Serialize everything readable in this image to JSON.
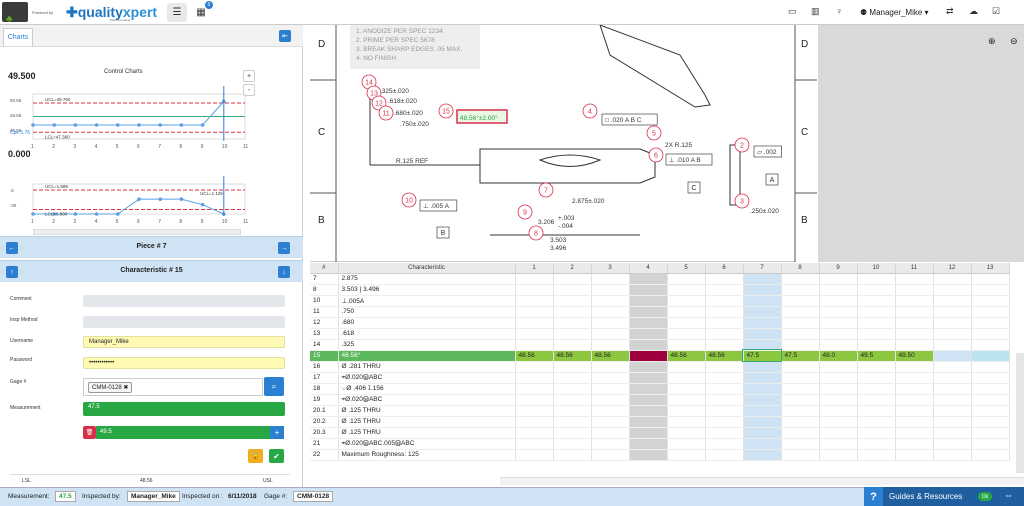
{
  "app": {
    "powered_by": "Powered by",
    "brand": "quality",
    "brand_x": "xpert",
    "brand_sub": "Patent pending",
    "notification_count": "0"
  },
  "user": {
    "name": "Manager_Mike"
  },
  "charts": {
    "tab_label": "Charts",
    "title": "Control Charts",
    "chart1": {
      "value": "49.500",
      "ucl": "UCL=49.760",
      "lcl": "LCL=47.380",
      "cpk": "Cpk 5.76",
      "y_ticks": [
        "50.56",
        "48.56",
        "48.56"
      ],
      "x_ticks": [
        "1",
        "2",
        "3",
        "4",
        "5",
        "6",
        "7",
        "8",
        "9",
        "10",
        "11"
      ],
      "values": [
        48.56,
        48.56,
        48.56,
        48.56,
        48.56,
        48.56,
        48.56,
        48.56,
        48.56,
        49.5
      ]
    },
    "chart2": {
      "value": "0.000",
      "ucl": "UCL=1.699",
      "lcl": "LCL=0.000",
      "ucl2": "UCL=1.125",
      "y_ticks": [
        ".5",
        ".00"
      ],
      "x_ticks": [
        "1",
        "2",
        "3",
        "4",
        "5",
        "6",
        "7",
        "8",
        "9",
        "10",
        "11"
      ],
      "values": [
        0,
        0,
        0,
        0,
        0,
        0.94,
        0.94,
        0.94,
        0.59,
        0
      ]
    }
  },
  "nav": {
    "piece": "Piece # 7",
    "characteristic": "Characteristic # 15"
  },
  "form": {
    "comment_label": "Comment",
    "insp_method_label": "Insp Method",
    "username_label": "Username",
    "username_value": "Manager_Mike",
    "password_label": "Password",
    "password_value": "••••••••••••",
    "gage_label": "Gage #",
    "gage_value": "CMM-0128",
    "measurement_label": "Measurement",
    "measurement_value": "47.5",
    "value2": "49.5",
    "lsl_label": "LSL",
    "nominal": "48.56",
    "usl_label": "USL"
  },
  "drawing": {
    "row_letters": [
      "D",
      "C",
      "B"
    ],
    "notes": [
      "1.  ANODIZE PER SPEC 1234.",
      "2.  PRIME PER SPEC 5678",
      "3.  BREAK SHARP EDGES .05 MAX.",
      "4.  NO FINISH"
    ],
    "dims": [
      ".325±.020",
      ".618±.020",
      ".680±.020",
      ".750±.020",
      "R.125 REF",
      "48.56°±2.00°",
      "2X R.125",
      "2.875±.020",
      "3.206",
      "+.003",
      "-.004",
      "3.503",
      "3.496",
      ".250±.020"
    ],
    "balloons": [
      "14",
      "13",
      "12",
      "11",
      "15",
      "4",
      "5",
      "6",
      "2",
      "7",
      "9",
      "10",
      "8",
      "3"
    ],
    "fcf_labels": [
      "□ .020 A B C",
      "⊥ .010 A B",
      "⊥ .005 A",
      "⏥ .002"
    ],
    "datums": [
      "C",
      "A",
      "B"
    ]
  },
  "grid": {
    "headers": [
      "#",
      "Characteristic",
      "1",
      "2",
      "3",
      "4",
      "5",
      "6",
      "7",
      "8",
      "9",
      "10",
      "11",
      "12",
      "13"
    ],
    "rows": [
      {
        "n": "7",
        "c": "2.875"
      },
      {
        "n": "8",
        "c": "3.503 | 3.496"
      },
      {
        "n": "10",
        "c": "⊥.005A"
      },
      {
        "n": "11",
        "c": ".750"
      },
      {
        "n": "12",
        "c": ".680"
      },
      {
        "n": "13",
        "c": ".618"
      },
      {
        "n": "14",
        "c": ".325"
      },
      {
        "n": "15",
        "c": "48.56°",
        "vals": [
          "48.56",
          "48.56",
          "48.56",
          "",
          "48.56",
          "48.56",
          "47.5",
          "47.5",
          "48.0",
          "49.5",
          "49.50",
          "",
          ""
        ]
      },
      {
        "n": "16",
        "c": "Ø .281 THRU"
      },
      {
        "n": "17",
        "c": "⌖Ø.020ⓂABC"
      },
      {
        "n": "18",
        "c": "⌵Ø .406 ↧.156"
      },
      {
        "n": "19",
        "c": "⌖Ø.020ⓂABC"
      },
      {
        "n": "20.1",
        "c": "Ø .125 THRU"
      },
      {
        "n": "20.2",
        "c": "Ø .125 THRU"
      },
      {
        "n": "20.3",
        "c": "Ø .125 THRU"
      },
      {
        "n": "21",
        "c": "⌖Ø.020ⓂABC.005ⓂABC"
      },
      {
        "n": "22",
        "c": "Maximum Roughness: 125"
      }
    ]
  },
  "status": {
    "measurement_label": "Measurement:",
    "measurement_value": "47.5",
    "inspected_by_label": "Inspected by:",
    "inspected_by_value": "Manager_Mike",
    "inspected_on_label": "Inspected on :",
    "inspected_on_value": "6/11/2018",
    "gage_label": "Gage #:",
    "gage_value": "CMM-0128"
  },
  "guides": {
    "label": "Guides & Resources",
    "ok": "Ok"
  },
  "colors": {
    "accent": "#2a7fd1",
    "green": "#28a745",
    "highlight": "#8dc63f",
    "danger": "#d9304a"
  }
}
